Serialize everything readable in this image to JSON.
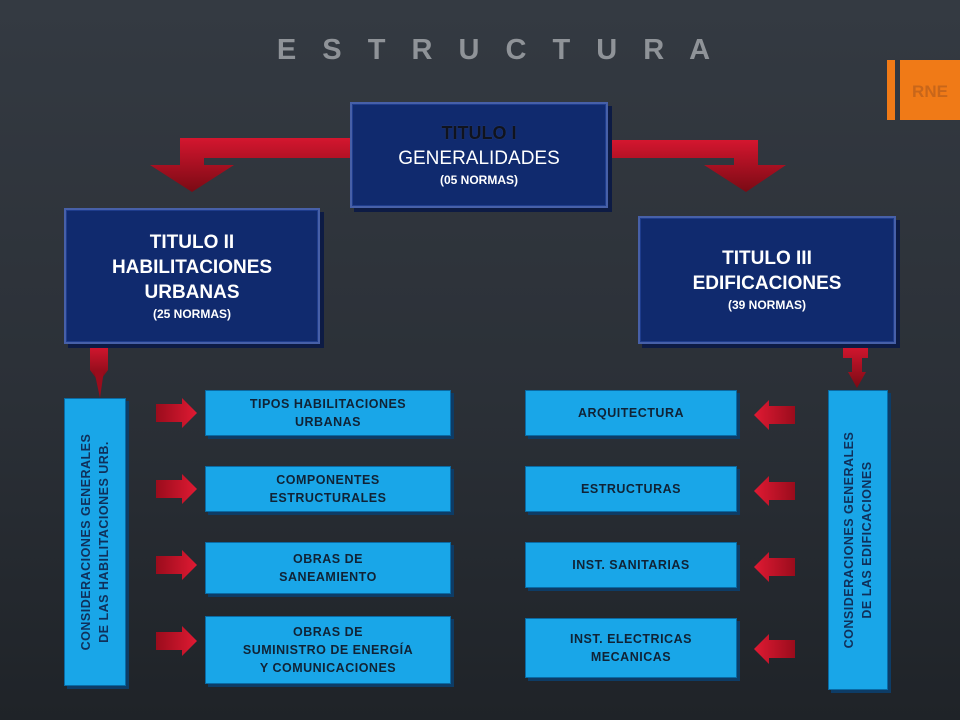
{
  "header": {
    "title": "E S T R U C T U R A",
    "badge": "RNE"
  },
  "titulo1": {
    "heading": "TITULO I",
    "name": "GENERALIDADES",
    "count": "(05 NORMAS)"
  },
  "titulo2": {
    "heading": "TITULO II",
    "name_line1": "HABILITACIONES",
    "name_line2": "URBANAS",
    "count": "(25 NORMAS)"
  },
  "titulo3": {
    "heading": "TITULO III",
    "name": "EDIFICACIONES",
    "count": "(39 NORMAS)"
  },
  "left_column": {
    "label": "CONSIDERACIONES  GENERALES\nDE LAS HABILITACIONES URB."
  },
  "right_column": {
    "label": "CONSIDERACIONES  GENERALES\nDE LAS EDIFICACIONES"
  },
  "left_items": [
    "TIPOS HABILITACIONES\nURBANAS",
    "COMPONENTES\nESTRUCTURALES",
    "OBRAS DE\nSANEAMIENTO",
    "OBRAS DE\nSUMINISTRO DE ENERGÍA\nY COMUNICACIONES"
  ],
  "right_items": [
    "ARQUITECTURA",
    "ESTRUCTURAS",
    "INST. SANITARIAS",
    "INST. ELECTRICAS\nMECANICAS"
  ],
  "colors": {
    "navy": "#102a6e",
    "cyan": "#19a6e8",
    "arrow_red": "#c8102e",
    "orange": "#f07a17"
  }
}
